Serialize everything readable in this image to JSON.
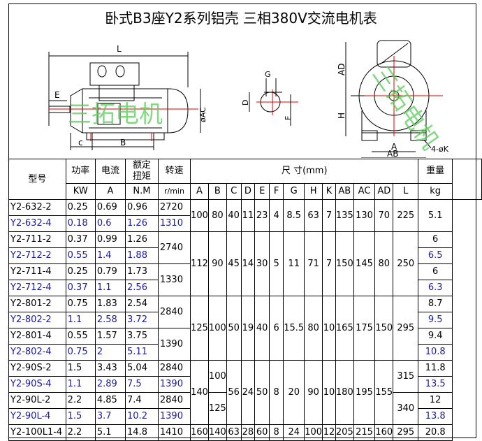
{
  "title": "卧式B3座Y2系列铝壳 三相380V交流电机表",
  "watermark": "三拓电机",
  "drawing_labels": {
    "L": "L",
    "E": "E",
    "C": "c",
    "B": "B",
    "AC": "øAC",
    "G": "G",
    "D": "D",
    "F": "F",
    "AD": "AD",
    "H": "H",
    "A": "A",
    "AB": "AB",
    "K": "4-øK"
  },
  "colors": {
    "highlight": "#1a1aa0",
    "watermark": "#5ccc5c",
    "centerline": "#e00000"
  },
  "header": {
    "model": "型号",
    "power": "功率",
    "power_unit": "KW",
    "current": "电流",
    "current_unit": "A",
    "torque": "额定扭矩",
    "torque_l1": "额定",
    "torque_l2": "扭矩",
    "torque_unit": "N.M",
    "speed": "转速",
    "speed_unit": "r/min",
    "dims": "尺 寸(mm)",
    "weight": "重量",
    "weight_unit": "kg",
    "dim_cols": [
      "A",
      "B",
      "C",
      "D",
      "E",
      "F",
      "G",
      "H",
      "K",
      "AB",
      "AC",
      "AD",
      "L"
    ]
  },
  "rows": [
    {
      "model": "Y2-632-2",
      "kw": "0.25",
      "a": "0.69",
      "nm": "0.96",
      "speed": "2720",
      "weight": "5.1",
      "hl": false,
      "dims": [
        "100",
        "80",
        "40",
        "11",
        "23",
        "4",
        "8.5",
        "63",
        "7",
        "135",
        "130",
        "70",
        "225"
      ]
    },
    {
      "model": "Y2-632-4",
      "kw": "0.18",
      "a": "0.6",
      "nm": "1.26",
      "speed": "1310",
      "weight": null,
      "hl": true,
      "dims": [
        null,
        null,
        null,
        null,
        null,
        null,
        null,
        null,
        null,
        null,
        null,
        null,
        null
      ]
    },
    {
      "model": "Y2-711-2",
      "kw": "0.37",
      "a": "0.99",
      "nm": "1.26",
      "speed": "2740",
      "weight": "6",
      "hl": false,
      "dims": [
        "112",
        "90",
        "45",
        "14",
        "30",
        "5",
        "11",
        "71",
        "7",
        "150",
        "145",
        "80",
        "250"
      ]
    },
    {
      "model": "Y2-712-2",
      "kw": "0.55",
      "a": "1.4",
      "nm": "1.88",
      "speed": null,
      "weight": "6.5",
      "hl": true,
      "dims": [
        null,
        null,
        null,
        null,
        null,
        null,
        null,
        null,
        null,
        null,
        null,
        null,
        null
      ]
    },
    {
      "model": "Y2-711-4",
      "kw": "0.25",
      "a": "0.79",
      "nm": "1.73",
      "speed": "1330",
      "weight": "6",
      "hl": false,
      "dims": [
        null,
        null,
        null,
        null,
        null,
        null,
        null,
        null,
        null,
        null,
        null,
        null,
        null
      ]
    },
    {
      "model": "Y2-712-4",
      "kw": "0.37",
      "a": "1.1",
      "nm": "2.56",
      "speed": null,
      "weight": "6.3",
      "hl": true,
      "dims": [
        null,
        null,
        null,
        null,
        null,
        null,
        null,
        null,
        null,
        null,
        null,
        null,
        null
      ]
    },
    {
      "model": "Y2-801-2",
      "kw": "0.75",
      "a": "1.83",
      "nm": "2.54",
      "speed": "2840",
      "weight": "8.7",
      "hl": false,
      "dims": [
        "125",
        "100",
        "50",
        "19",
        "40",
        "6",
        "15.5",
        "80",
        "10",
        "165",
        "175",
        "150",
        "295"
      ]
    },
    {
      "model": "Y2-802-2",
      "kw": "1.1",
      "a": "2.58",
      "nm": "3.72",
      "speed": null,
      "weight": "9.5",
      "hl": true,
      "dims": [
        null,
        null,
        null,
        null,
        null,
        null,
        null,
        null,
        null,
        null,
        null,
        null,
        null
      ]
    },
    {
      "model": "Y2-801-4",
      "kw": "0.55",
      "a": "1.57",
      "nm": "3.75",
      "speed": "1390",
      "weight": "9.4",
      "hl": false,
      "dims": [
        null,
        null,
        null,
        null,
        null,
        null,
        null,
        null,
        null,
        null,
        null,
        null,
        null
      ]
    },
    {
      "model": "Y2-802-4",
      "kw": "0.75",
      "a": "2",
      "nm": "5.11",
      "speed": null,
      "weight": "10.8",
      "hl": true,
      "dims": [
        null,
        null,
        null,
        null,
        null,
        null,
        null,
        null,
        null,
        null,
        null,
        null,
        null
      ]
    },
    {
      "model": "Y2-90S-2",
      "kw": "1.5",
      "a": "3.43",
      "nm": "5.04",
      "speed": "2840",
      "weight": "11.8",
      "hl": false,
      "dims": [
        "140",
        "100",
        "56",
        "24",
        "50",
        "8",
        "20",
        "90",
        "10",
        "180",
        "195",
        "155",
        "315"
      ]
    },
    {
      "model": "Y2-90S-4",
      "kw": "1.1",
      "a": "2.89",
      "nm": "7.5",
      "speed": "1390",
      "weight": "13.5",
      "hl": true,
      "dims": [
        null,
        null,
        null,
        null,
        null,
        null,
        null,
        null,
        null,
        null,
        null,
        null,
        null
      ]
    },
    {
      "model": "Y2-90L-2",
      "kw": "2.2",
      "a": "4.85",
      "nm": "7.4",
      "speed": "2840",
      "weight": "12",
      "hl": false,
      "dims": [
        null,
        "125",
        null,
        null,
        null,
        null,
        null,
        null,
        null,
        null,
        null,
        null,
        "340"
      ]
    },
    {
      "model": "Y2-90L-4",
      "kw": "1.5",
      "a": "3.7",
      "nm": "10.2",
      "speed": "1390",
      "weight": "13.8",
      "hl": true,
      "dims": [
        null,
        null,
        null,
        null,
        null,
        null,
        null,
        null,
        null,
        null,
        null,
        null,
        null
      ]
    },
    {
      "model": "Y2-100L1-4",
      "kw": "2.2",
      "a": "5.1",
      "nm": "14.8",
      "speed": "1410",
      "weight": "20.8",
      "hl": false,
      "dims": [
        "160",
        "140",
        "63",
        "28",
        "60",
        "8",
        "24",
        "100",
        "12",
        "205",
        "215",
        "160",
        "295"
      ]
    }
  ]
}
